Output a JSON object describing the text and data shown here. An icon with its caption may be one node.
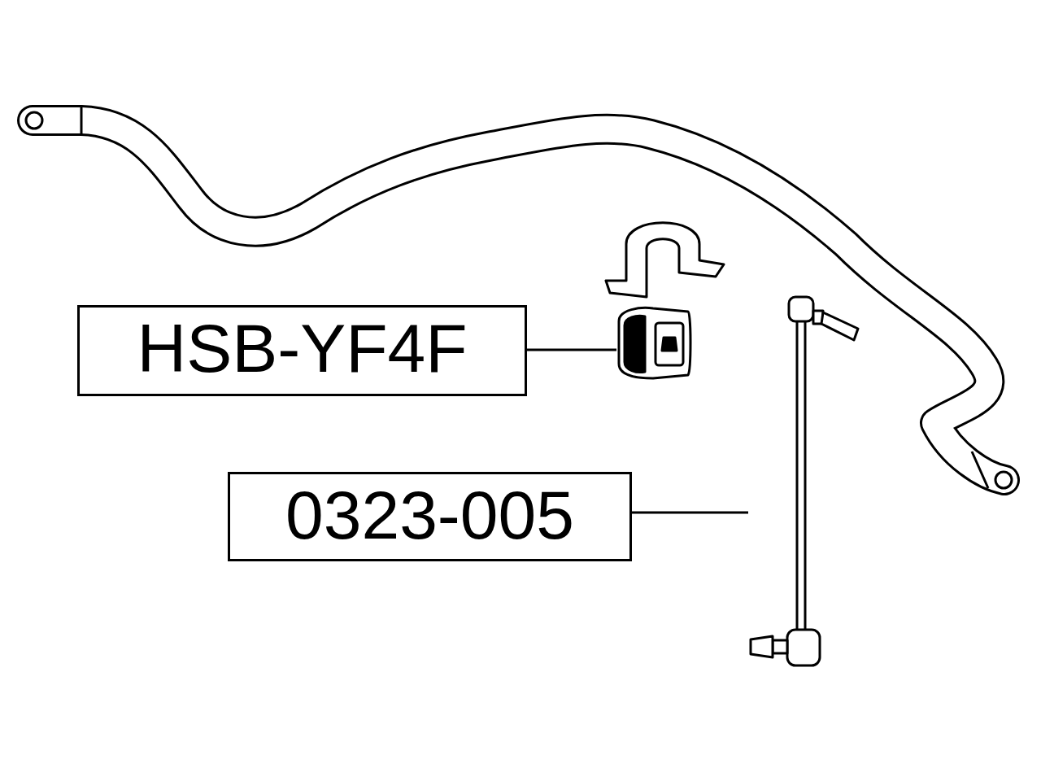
{
  "diagram": {
    "nodes": [
      {
        "text": [
          "HSB-YF4F"
        ]
      },
      {
        "text": [],
        "shape": "picture"
      },
      {
        "text": [
          "0323-005"
        ]
      },
      {
        "text": [],
        "shape": "picture"
      }
    ],
    "edges": [
      {
        "from": 0,
        "to": 1,
        "arrow": "none"
      },
      {
        "from": 2,
        "to": 3,
        "arrow": "none"
      }
    ]
  }
}
